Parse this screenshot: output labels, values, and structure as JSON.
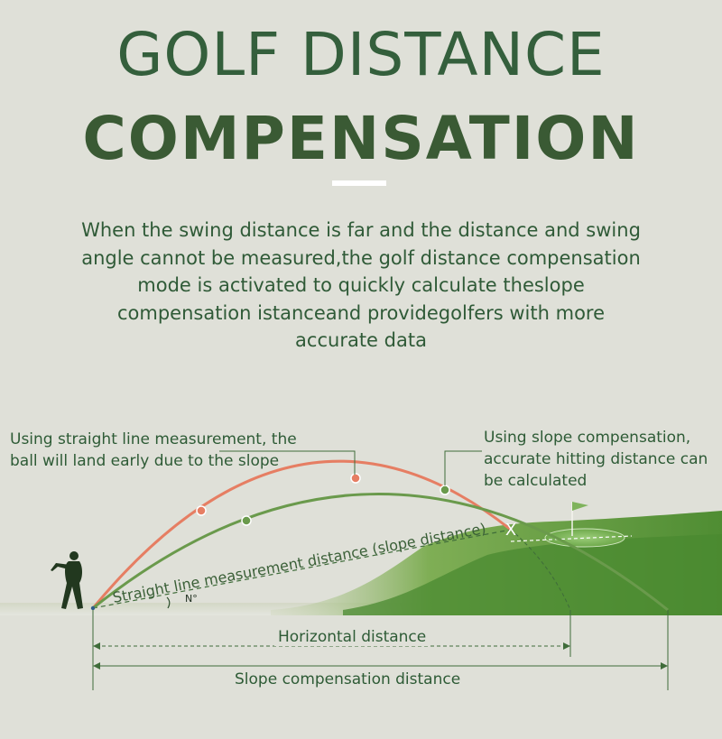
{
  "title": {
    "line1": "GOLF DISTANCE",
    "line2": "COMPENSATION"
  },
  "description": "When the swing distance is far and the distance and swing angle cannot be measured,the golf distance compensation mode is activated to quickly calculate theslope compensation istanceand providegolfers with more accurate data",
  "diagram": {
    "left_note": "Using straight line measurement, the ball will land early due to the slope",
    "right_note": "Using slope compensation, accurate hitting distance can be calculated",
    "straight_line_label": "Straight line measurement distance (slope distance)",
    "angle_label": "N°",
    "landing_mark": "X",
    "horizontal_label": "Horizontal distance",
    "slope_label": "Slope compensation distance"
  },
  "colors": {
    "background": "#dfe0d8",
    "title": "#345f3c",
    "orange_trajectory": "#e67e63",
    "green_trajectory": "#6a9a4c",
    "hill": "#5e9a3a"
  }
}
